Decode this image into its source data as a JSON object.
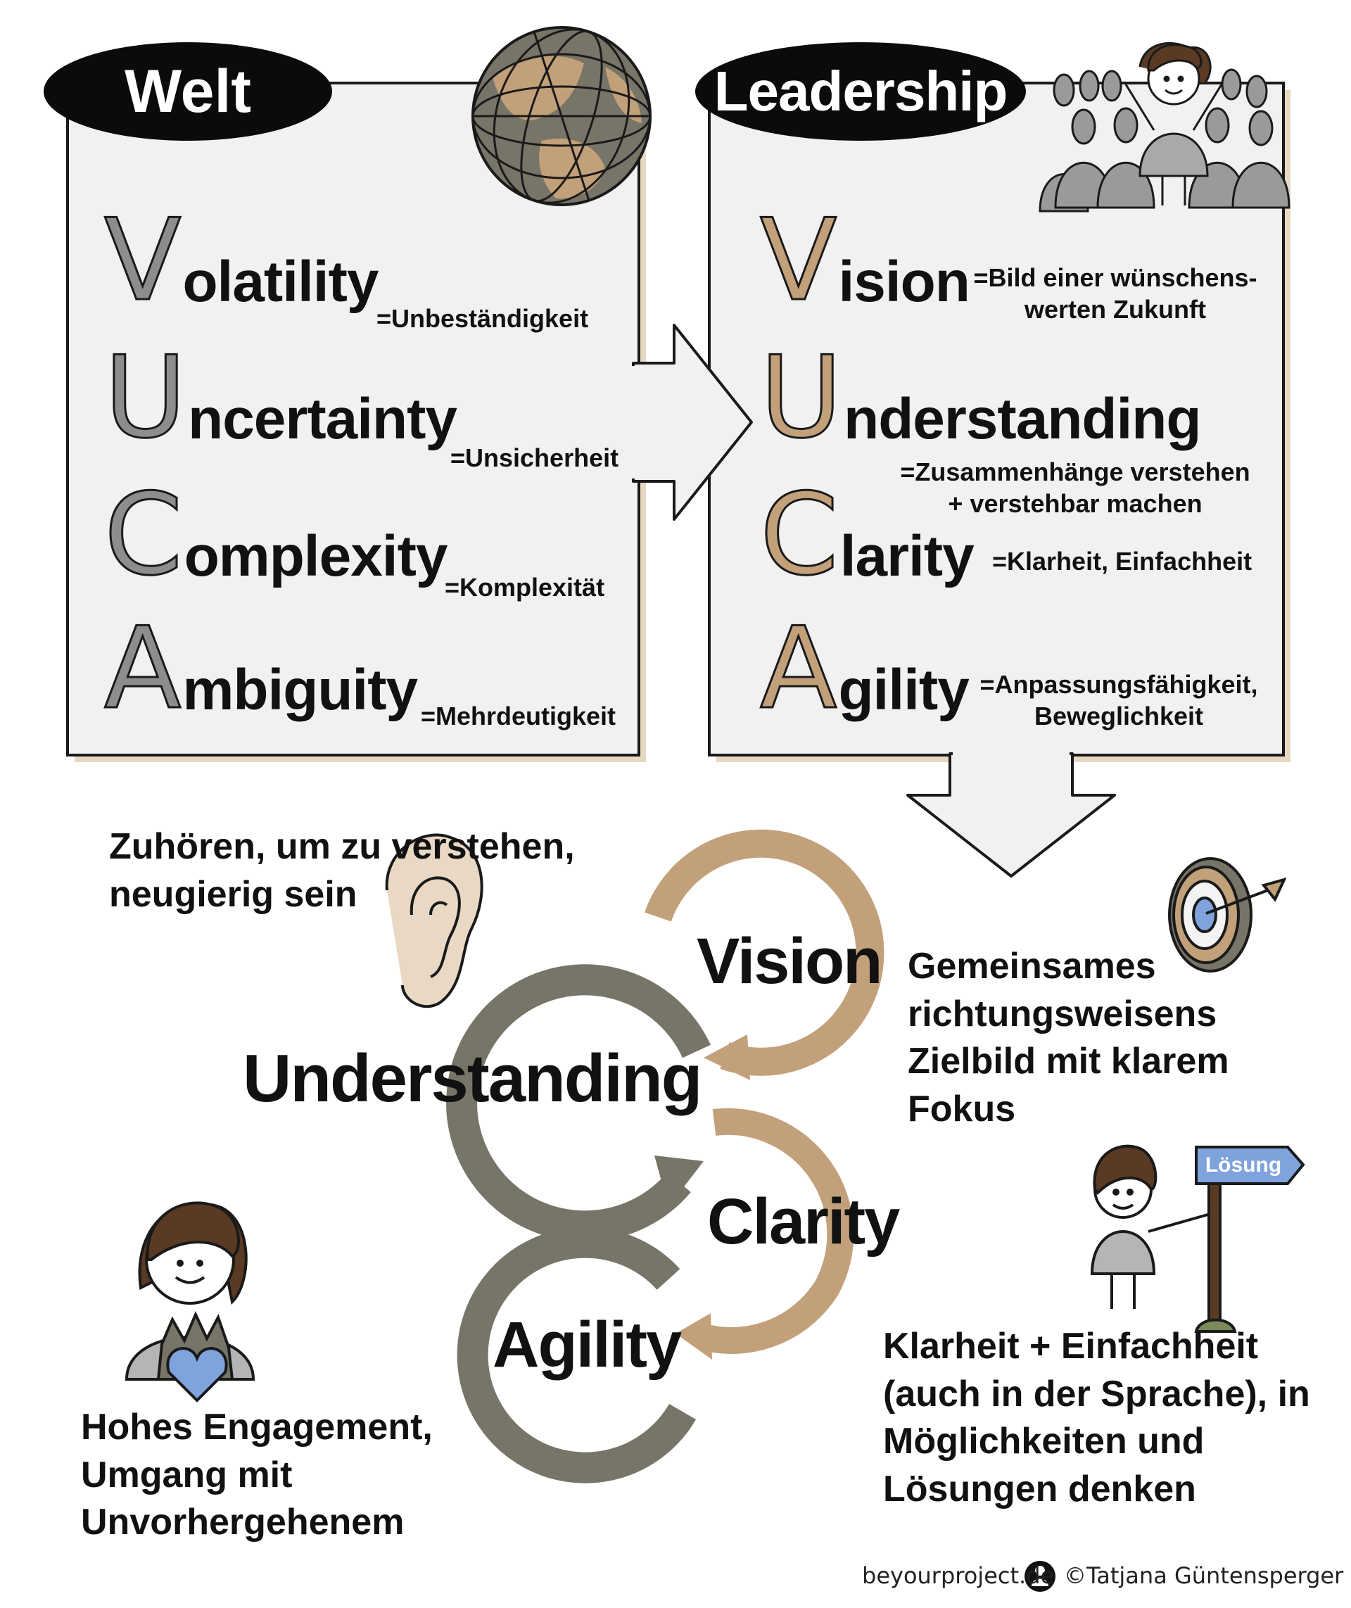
{
  "welt": {
    "title": "Welt",
    "items": [
      {
        "letter": "V",
        "rest": "olatility",
        "translation": "=Unbeständigkeit"
      },
      {
        "letter": "U",
        "rest": "ncertainty",
        "translation": "=Unsicherheit"
      },
      {
        "letter": "C",
        "rest": "omplexity",
        "translation": "=Komplexität"
      },
      {
        "letter": "A",
        "rest": "mbiguity",
        "translation": "=Mehrdeutigkeit"
      }
    ]
  },
  "leadership": {
    "title": "Leadership",
    "items": [
      {
        "letter": "V",
        "rest": "ision",
        "translation_lines": [
          "=Bild einer wünschens-",
          "werten Zukunft"
        ]
      },
      {
        "letter": "U",
        "rest": "nderstanding",
        "translation_lines": [
          "=Zusammenhänge verstehen",
          "+ verstehbar machen"
        ]
      },
      {
        "letter": "C",
        "rest": "larity",
        "translation_lines": [
          "=Klarheit, Einfachheit"
        ]
      },
      {
        "letter": "A",
        "rest": "gility",
        "translation_lines": [
          "=Anpassungsfähigkeit,",
          "Beweglichkeit"
        ]
      }
    ]
  },
  "cycle": {
    "vision": "Vision",
    "understanding": "Understanding",
    "clarity": "Clarity",
    "agility": "Agility"
  },
  "notes": {
    "listening": [
      "Zuhören, um zu verstehen,",
      "neugierig sein"
    ],
    "vision": [
      "Gemeinsames",
      "richtungsweisens",
      "Zielbild mit klarem",
      "Fokus"
    ],
    "clarity": [
      "Klarheit + Einfachheit",
      "(auch in der Sprache), in",
      "Möglichkeiten und",
      "Lösungen denken"
    ],
    "agility": [
      "Hohes Engagement,",
      "Umgang mit",
      "Unvorhergehenem"
    ]
  },
  "signpost": "Lösung",
  "footer": {
    "site": "beyourproject.de",
    "copyright": "©Tatjana Güntensperger"
  },
  "colors": {
    "tan": "#c2a07a",
    "olive_grey": "#777468",
    "grey_letter": "#8d8d8d",
    "panel": "#f1f1f1",
    "heart_blue": "#7fa3dc"
  },
  "icons": [
    "globe-icon",
    "crowd-leader-icon",
    "ear-icon",
    "target-icon",
    "person-heart-icon",
    "person-signpost-icon",
    "cycle-arrows-icon",
    "logo-icon"
  ]
}
